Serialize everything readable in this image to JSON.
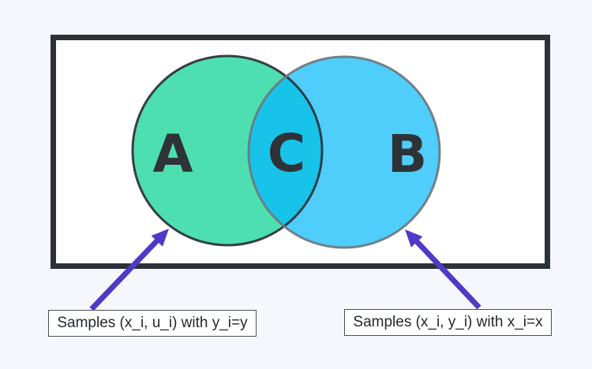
{
  "venn": {
    "label_a": "A",
    "label_c": "C",
    "label_b": "B",
    "description": "Two-set Venn diagram: set A (green) and set B (blue) with intersection C",
    "sets": [
      {
        "id": "A",
        "region": "left-circle"
      },
      {
        "id": "C",
        "region": "intersection"
      },
      {
        "id": "B",
        "region": "right-circle"
      }
    ]
  },
  "callouts": {
    "left": "Samples (x_i, u_i) with y_i=y",
    "right": "Samples (x_i, y_i) with x_i=x"
  },
  "colors": {
    "background": "#f6f7fc",
    "frame_border": "#2c3237",
    "frame_fill": "#ffffff",
    "circle_a_fill": "#4edfb0",
    "circle_a_stroke": "#2b3137",
    "circle_b_fill": "#4fcdfb",
    "circle_b_stroke": "#6f777e",
    "overlap_fill": "#18c3ea",
    "letter_color": "#2e3338",
    "arrow_color": "#4e3ac6",
    "callout_border": "#4a5158",
    "callout_text": "#24282c"
  }
}
